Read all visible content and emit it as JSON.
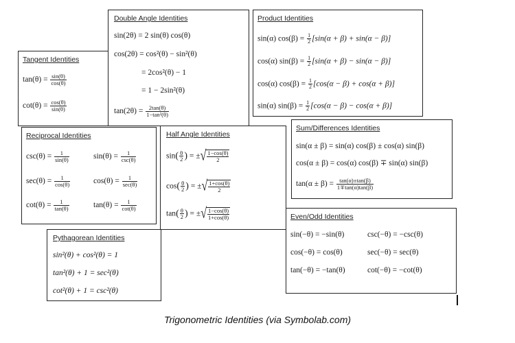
{
  "caption": "Trigonometric Identities (via Symbolab.com)",
  "tangent": {
    "title": "Tangent Identities",
    "tan_lhs": "tan(θ) =",
    "tan_num": "sin(θ)",
    "tan_den": "cos(θ)",
    "cot_lhs": "cot(θ) =",
    "cot_num": "cos(θ)",
    "cot_den": "sin(θ)"
  },
  "double": {
    "title": "Double Angle Identities",
    "eq1": "sin(2θ) = 2 sin(θ) cos(θ)",
    "eq2": "cos(2θ) = cos²(θ) − sin²(θ)",
    "eq3": "= 2cos²(θ) − 1",
    "eq4": "= 1 − 2sin²(θ)",
    "tan_lhs": "tan(2θ) =",
    "tan_num": "2tan(θ)",
    "tan_den": "1−tan²(θ)"
  },
  "product": {
    "title": "Product Identities",
    "eq1_lhs": "sin(α) cos(β) =",
    "eq1_rhs": "[sin(α + β) + sin(α − β)]",
    "eq2_lhs": "cos(α) sin(β) =",
    "eq2_rhs": "[sin(α + β) − sin(α − β)]",
    "eq3_lhs": "cos(α) cos(β) =",
    "eq3_rhs": "[cos(α − β) + cos(α + β)]",
    "eq4_lhs": "sin(α) sin(β) =",
    "eq4_rhs": "[cos(α − β) − cos(α + β)]",
    "half_num": "1",
    "half_den": "2"
  },
  "reciprocal": {
    "title": "Reciprocal Identities",
    "csc_lhs": "csc(θ) =",
    "csc_den": "sin(θ)",
    "sin_lhs": "sin(θ) =",
    "sin_den": "csc(θ)",
    "sec_lhs": "sec(θ) =",
    "sec_den": "cos(θ)",
    "cos_lhs": "cos(θ) =",
    "cos_den": "sec(θ)",
    "cot_lhs": "cot(θ) =",
    "cot_den": "tan(θ)",
    "tan_lhs": "tan(θ) =",
    "tan_den": "cot(θ)",
    "one": "1"
  },
  "half_angle": {
    "title": "Half Angle Identities",
    "sin_fn": "sin",
    "cos_fn": "cos",
    "tan_fn": "tan",
    "theta": "θ",
    "two": "2",
    "pm": "= ±",
    "sin_num": "1−cos(θ)",
    "sin_den": "2",
    "cos_num": "1+cos(θ)",
    "cos_den": "2",
    "tan_num": "1−cos(θ)",
    "tan_den": "1+cos(θ)"
  },
  "sum_diff": {
    "title": "Sum/Differences Identities",
    "eq1": "sin(α ± β) = sin(α) cos(β) ± cos(α) sin(β)",
    "eq2": "cos(α ± β) = cos(α) cos(β) ∓ sin(α) sin(β)",
    "tan_lhs": "tan(α ± β) =",
    "tan_num": "tan(α)±tan(β)",
    "tan_den": "1∓tan(α)tan(β)"
  },
  "pythagorean": {
    "title": "Pythagorean Identities",
    "eq1": "sin²(θ) + cos²(θ) = 1",
    "eq2": "tan²(θ) + 1 = sec²(θ)",
    "eq3": "cot²(θ) + 1 = csc²(θ)"
  },
  "even_odd": {
    "title": "Even/Odd Identities",
    "eq1": "sin(−θ) = −sin(θ)",
    "eq2": "csc(−θ) = −csc(θ)",
    "eq3": "cos(−θ) = cos(θ)",
    "eq4": "sec(−θ) = sec(θ)",
    "eq5": "tan(−θ) = −tan(θ)",
    "eq6": "cot(−θ) = −cot(θ)"
  }
}
